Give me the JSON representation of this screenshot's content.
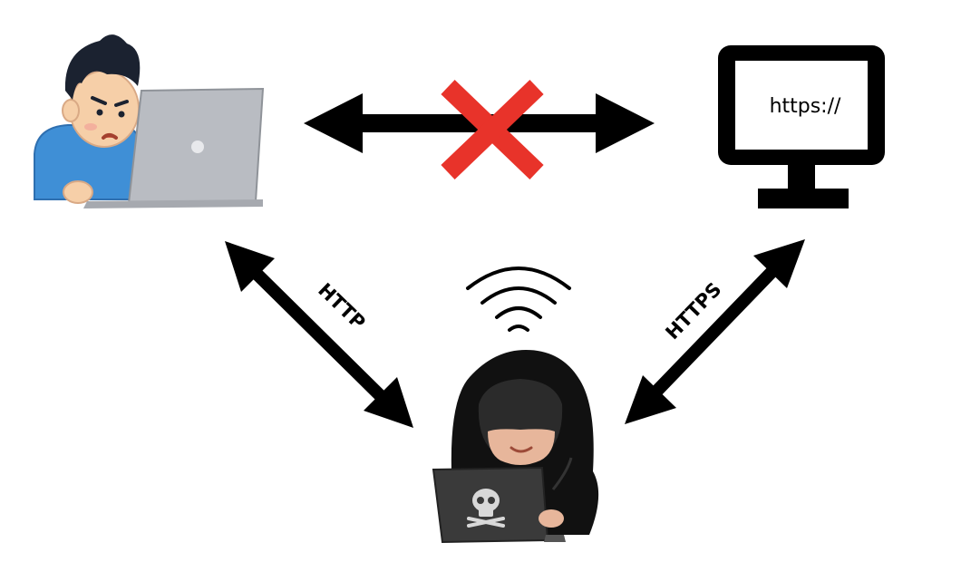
{
  "diagram": {
    "labels": {
      "left_link": "HTTP",
      "right_link": "HTTPS",
      "screen_url": "https://"
    },
    "colors": {
      "background": "#ffffff",
      "arrow": "#000000",
      "blocked_cross": "#e8332a",
      "user_shirt": "#3f8fd6",
      "user_skin": "#f6cfa8",
      "user_hair": "#1b2230",
      "laptop_gray": "#b9bcc2",
      "monitor_frame": "#000000",
      "hacker_hood": "#111111",
      "hacker_laptop": "#3a3a3a"
    },
    "icons": {
      "user": "person-with-laptop-icon",
      "server": "monitor-icon",
      "attacker": "hooded-hacker-icon",
      "signal": "wifi-signal-icon",
      "blocked": "red-cross-icon"
    }
  }
}
